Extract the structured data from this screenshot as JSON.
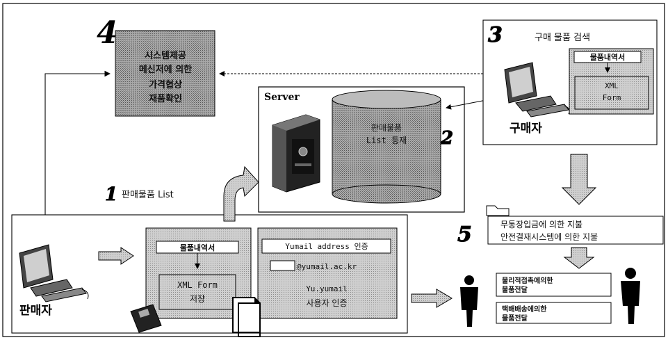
{
  "colors": {
    "gray_fill": "#cfcfcf",
    "dark_fill": "#9a9a9a",
    "line": "#000000"
  },
  "steps": {
    "s1": "1",
    "s2": "2",
    "s3": "3",
    "s4": "4",
    "s5": "5"
  },
  "box4": {
    "line1": "시스템제공",
    "line2": "메신저에 의한",
    "line3": "가격협상",
    "line4": "재품확인"
  },
  "server": {
    "title": "Server",
    "db_line1": "판매물품",
    "db_line2": "List 등재"
  },
  "buyer": {
    "title": "구매 물품 검색",
    "form_header": "물품내역서",
    "form_line1": "XML",
    "form_line2": "Form",
    "label": "구매자"
  },
  "seller": {
    "label": "판매자",
    "upload_label": "판매물품 List",
    "form_header": "물품내역서",
    "form_line1": "XML Form",
    "form_line2": "저장",
    "auth_title": "Yumail address 인증",
    "email_suffix": "@yumail.ac.kr",
    "auth_line1": "Yu.yumail",
    "auth_line2": "사용자 인증"
  },
  "payment": {
    "line1": "무통장입금에 의한 지불",
    "line2": "안전결재시스템에 의한 지불"
  },
  "delivery": {
    "opt1_line1": "물리적접촉에의한",
    "opt1_line2": "물품전달",
    "opt2_line1": "택배배송에의한",
    "opt2_line2": "물품전달"
  }
}
